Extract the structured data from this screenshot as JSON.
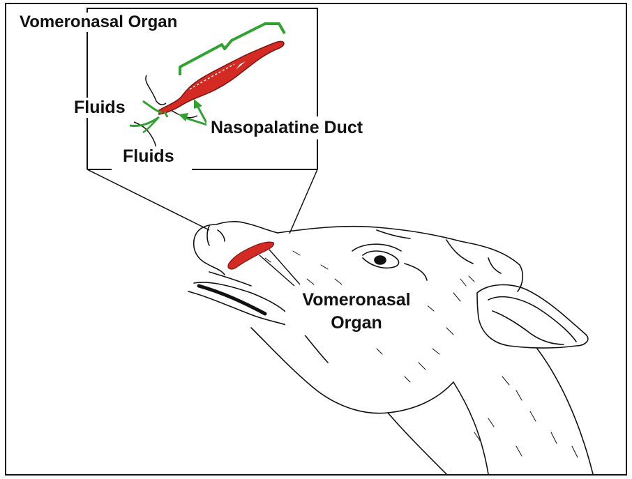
{
  "inset": {
    "title": "Vomeronasal Organ",
    "fluids_upper": "Fluids",
    "fluids_lower": "Fluids",
    "duct_label": "Nasopalatine Duct"
  },
  "main": {
    "organ_label_line1": "Vomeronasal",
    "organ_label_line2": "Organ"
  },
  "colors": {
    "organ_red": "#d42a24",
    "bracket_green": "#2fa32f",
    "line_black": "#111111",
    "background": "#ffffff"
  }
}
